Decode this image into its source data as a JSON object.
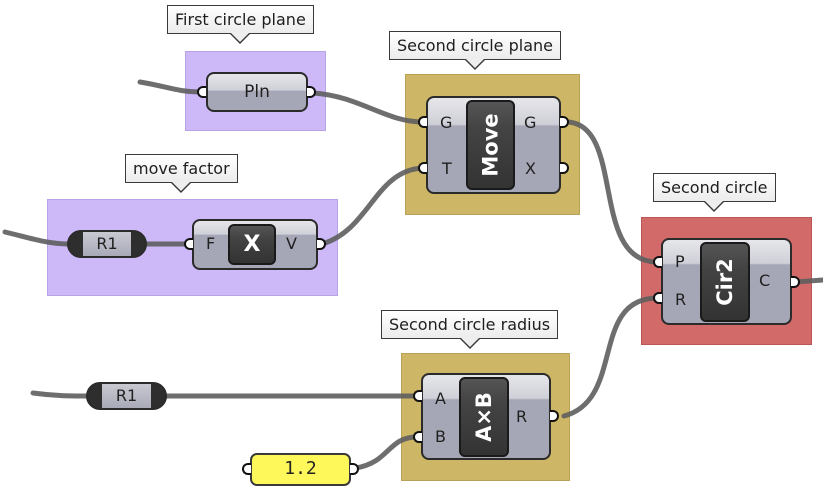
{
  "groups": [
    {
      "id": "first-circle-plane",
      "label": "First circle plane",
      "color": "#cdb8f8"
    },
    {
      "id": "move-factor",
      "label": "move factor",
      "color": "#cdb8f8"
    },
    {
      "id": "second-circle-plane",
      "label": "Second circle plane",
      "color": "#cdb665"
    },
    {
      "id": "second-circle-radius",
      "label": "Second circle radius",
      "color": "#cdb665"
    },
    {
      "id": "second-circle",
      "label": "Second circle",
      "color": "#d26a6a"
    }
  ],
  "components": {
    "pln": {
      "nickname": "Pln"
    },
    "multiply": {
      "nickname": "X",
      "inputs": [
        "F"
      ],
      "outputs": [
        "V"
      ]
    },
    "move": {
      "nickname": "Move",
      "inputs": [
        "G",
        "T"
      ],
      "outputs": [
        "G",
        "X"
      ]
    },
    "circle": {
      "nickname": "Cir2",
      "inputs": [
        "P",
        "R"
      ],
      "outputs": [
        "C"
      ]
    },
    "axb": {
      "nickname": "A×B",
      "inputs": [
        "A",
        "B"
      ],
      "outputs": [
        "R"
      ]
    }
  },
  "relays": [
    {
      "label": "R1"
    },
    {
      "label": "R1"
    }
  ],
  "panel": {
    "value": "1.2",
    "color": "#fff85a"
  }
}
